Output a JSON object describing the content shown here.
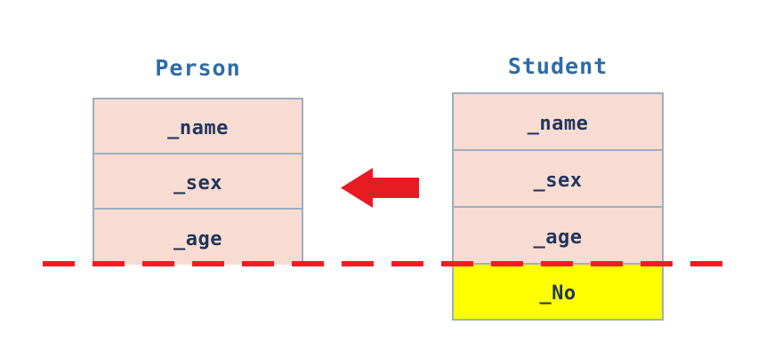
{
  "diagram": {
    "kind": "uml-inheritance",
    "background_color": "#FFFFFF",
    "classes": [
      {
        "id": "person",
        "title": "Person",
        "title_color": "#2E6CA4",
        "box_fill": "#F8DCD2",
        "box_border": "#9EADC2",
        "text_color": "#21365B",
        "attributes": [
          {
            "label": "_name",
            "fill": "#F8DCD2",
            "highlight": false
          },
          {
            "label": "_sex",
            "fill": "#F8DCD2",
            "highlight": false
          },
          {
            "label": "_age",
            "fill": "#F8DCD2",
            "highlight": false
          }
        ]
      },
      {
        "id": "student",
        "title": "Student",
        "title_color": "#2E6CA4",
        "box_fill": "#F8DCD2",
        "box_border": "#9EADC2",
        "text_color": "#21365B",
        "attributes": [
          {
            "label": "_name",
            "fill": "#F8DCD2",
            "highlight": false
          },
          {
            "label": "_sex",
            "fill": "#F8DCD2",
            "highlight": false
          },
          {
            "label": "_age",
            "fill": "#F8DCD2",
            "highlight": false
          },
          {
            "label": "_No",
            "fill": "#FFFF00",
            "highlight": true
          }
        ]
      }
    ],
    "arrow": {
      "name": "inheritance-arrow",
      "direction": "left",
      "color": "#E81B23",
      "from": "Student",
      "to": "Person"
    },
    "divider": {
      "name": "inherited-members-divider",
      "style": "dashed",
      "color": "#F01C22"
    }
  }
}
